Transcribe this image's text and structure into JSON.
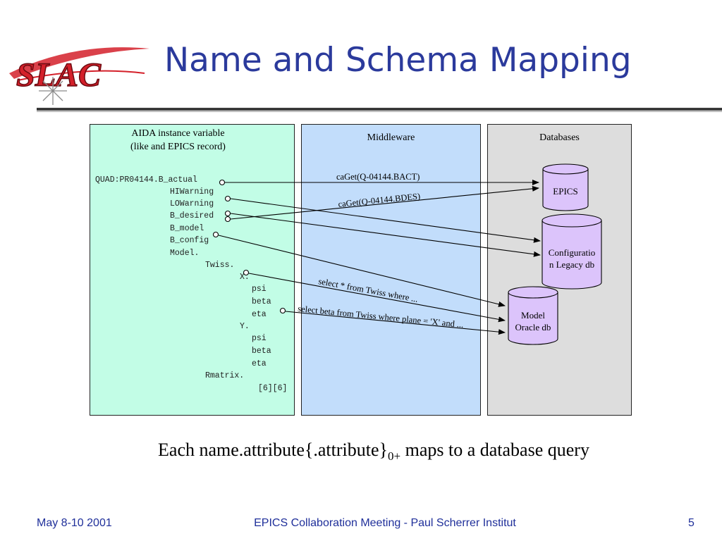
{
  "slide": {
    "title": "Name and Schema Mapping",
    "logo_text": "SLAC",
    "caption_main": "Each name.attribute{.attribute}",
    "caption_sub": "0+",
    "caption_tail": " maps to a database query"
  },
  "panels": {
    "aida": {
      "title_line1": "AIDA instance variable",
      "title_line2": "(like and EPICS record)"
    },
    "middleware": {
      "title": "Middleware"
    },
    "databases": {
      "title": "Databases"
    }
  },
  "attributes": [
    "QUAD:PR04144.B_actual",
    "HIWarning",
    "LOWarning",
    "B_desired",
    "B_model",
    "B_config",
    "Model.",
    "Twiss.",
    "X.",
    "psi",
    "beta",
    "eta",
    "Y.",
    "psi",
    "beta",
    "eta",
    "Rmatrix.",
    "[6][6]"
  ],
  "queries": {
    "q1": "caGet(Q-04144.BACT)",
    "q2": "caGet(Q-04144.BDES)",
    "q3": "select * from Twiss where ...",
    "q4": "select beta from Twiss where plane = 'X' and ..."
  },
  "databases": {
    "epics": "EPICS",
    "config_line1": "Configuratio",
    "config_line2": "n Legacy db",
    "model_line1": "Model",
    "model_line2": "Oracle db"
  },
  "footer": {
    "date": "May 8-10 2001",
    "event": "EPICS Collaboration Meeting  -  Paul Scherrer Institut",
    "page": "5"
  },
  "colors": {
    "title": "#2b3a9c",
    "aida_panel": "#c2fde6",
    "middleware_panel": "#c2ddfb",
    "database_panel": "#dddddd",
    "cylinder": "#dcc4fb",
    "logo_red": "#d4202a",
    "footer": "#1f2f9a"
  }
}
